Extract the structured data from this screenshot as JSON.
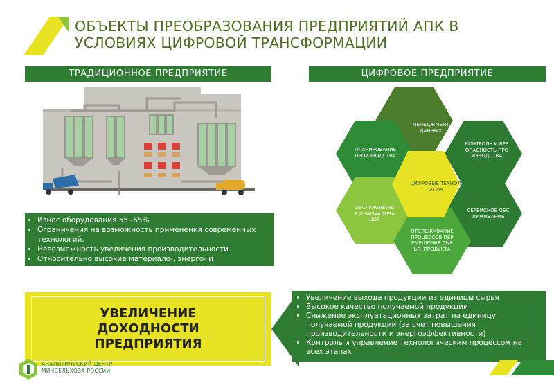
{
  "title": {
    "line1": "ОБЪЕКТЫ ПРЕОБРАЗОВАНИЯ ПРЕДПРИЯТИЙ АПК В",
    "line2": "УСЛОВИЯХ ЦИФРОВОЙ ТРАНСФОРМАЦИИ"
  },
  "traditional": {
    "header": "ТРАДИЦИОННОЕ ПРЕДПРИЯТИЕ",
    "bullets": [
      "Износ оборудования 55 -65%",
      "Ограничения на возможность применения современных технологий.",
      "Невозможность увеличения производительности",
      "Относительно высокие материало-, энерго- и капиталозатраты"
    ]
  },
  "digital": {
    "header": "ЦИФРОВОЕ ПРЕДПРИЯТИЕ",
    "hexagons": {
      "center": "ЦИФРОВЫЕ ТЕХНОЛОГИИ",
      "top": "МЕНЕДЖМЕНТ ДАННЫХ",
      "upper_left": "ПЛАНИРОВАНИЕ ПРОИЗВОДСТВА",
      "upper_right": "КОНТРОЛЬ И БЕЗОПАСНОСТЬ ПРОИЗВОДСТВА",
      "lower_left": "ОБСЛУЖИВАНИЕ И ВИЗУАЛИЗАЦИЯ",
      "lower_right": "СЕРВИСНОЕ ОБСЛУЖИВАНИЕ",
      "bottom": "ОТСЛЕЖИВАНИЕ ПРОЦЕССОВ ПЕРЕМЕЩЕНИЯ СЫРЬЯ, ПРОДУКТА"
    },
    "bullets": [
      "Увеличение выхода продукции из единицы сырья",
      "Высокое качество получаемой продукции",
      "Снижение эксплуатационных затрат на единицу получаемой продукции (за счет повышения производительности и энергоэффективности)",
      "Контроль и управление технологическим процессом на всех этапах"
    ]
  },
  "highlight": {
    "line1": "УВЕЛИЧЕНИЕ",
    "line2": "ДОХОДНОСТИ",
    "line3": "ПРЕДПРИЯТИЯ"
  },
  "footer": {
    "line1": "АНАЛИТИЧЕСКИЙ ЦЕНТР",
    "line2": "МИНСЕЛЬХОЗА РОССИИ"
  },
  "colors": {
    "dark_green": "#2e7d32",
    "mid_green": "#3f9a2e",
    "light_green": "#8cc63f",
    "yellow": "#e8e322",
    "gray": "#c9c5bf"
  }
}
